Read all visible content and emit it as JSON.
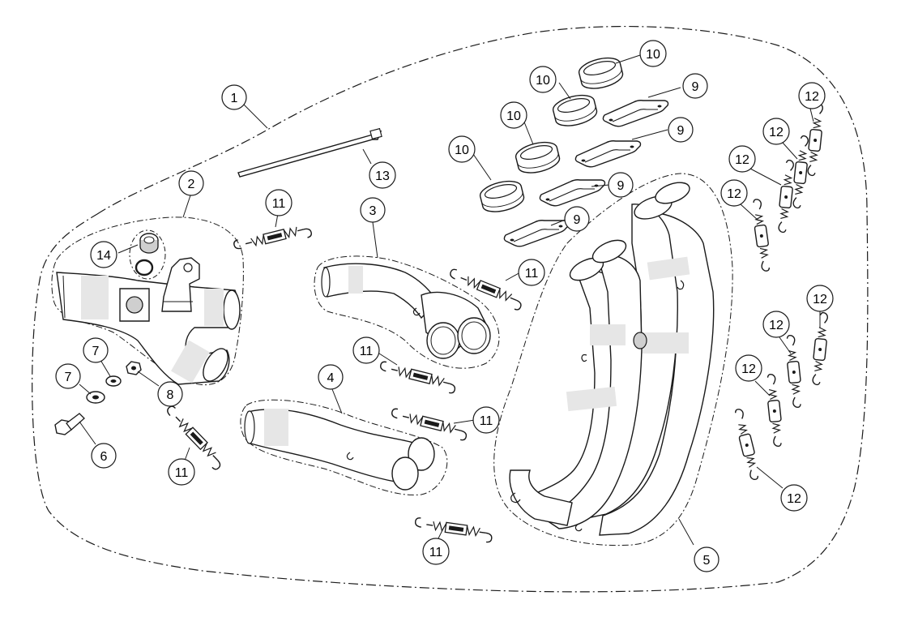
{
  "colors": {
    "ink": "#1a1a1a",
    "paper": "#ffffff",
    "shade": "#e6e6e6",
    "mid": "#cfcfcf"
  },
  "callouts": [
    {
      "id": "c1",
      "label": "1"
    },
    {
      "id": "c2",
      "label": "2"
    },
    {
      "id": "c3",
      "label": "3"
    },
    {
      "id": "c4",
      "label": "4"
    },
    {
      "id": "c5",
      "label": "5"
    },
    {
      "id": "c6",
      "label": "6"
    },
    {
      "id": "c7a",
      "label": "7"
    },
    {
      "id": "c7b",
      "label": "7"
    },
    {
      "id": "c8",
      "label": "8"
    },
    {
      "id": "c9a",
      "label": "9"
    },
    {
      "id": "c9b",
      "label": "9"
    },
    {
      "id": "c9c",
      "label": "9"
    },
    {
      "id": "c9d",
      "label": "9"
    },
    {
      "id": "c10a",
      "label": "10"
    },
    {
      "id": "c10b",
      "label": "10"
    },
    {
      "id": "c10c",
      "label": "10"
    },
    {
      "id": "c10d",
      "label": "10"
    },
    {
      "id": "c11a",
      "label": "11"
    },
    {
      "id": "c11b",
      "label": "11"
    },
    {
      "id": "c11c",
      "label": "11"
    },
    {
      "id": "c11d",
      "label": "11"
    },
    {
      "id": "c11e",
      "label": "11"
    },
    {
      "id": "c11f",
      "label": "11"
    },
    {
      "id": "c12a",
      "label": "12"
    },
    {
      "id": "c12b",
      "label": "12"
    },
    {
      "id": "c12c",
      "label": "12"
    },
    {
      "id": "c12d",
      "label": "12"
    },
    {
      "id": "c12e",
      "label": "12"
    },
    {
      "id": "c12f",
      "label": "12"
    },
    {
      "id": "c12g",
      "label": "12"
    },
    {
      "id": "c12h",
      "label": "12"
    },
    {
      "id": "c13",
      "label": "13"
    },
    {
      "id": "c14",
      "label": "14"
    }
  ]
}
